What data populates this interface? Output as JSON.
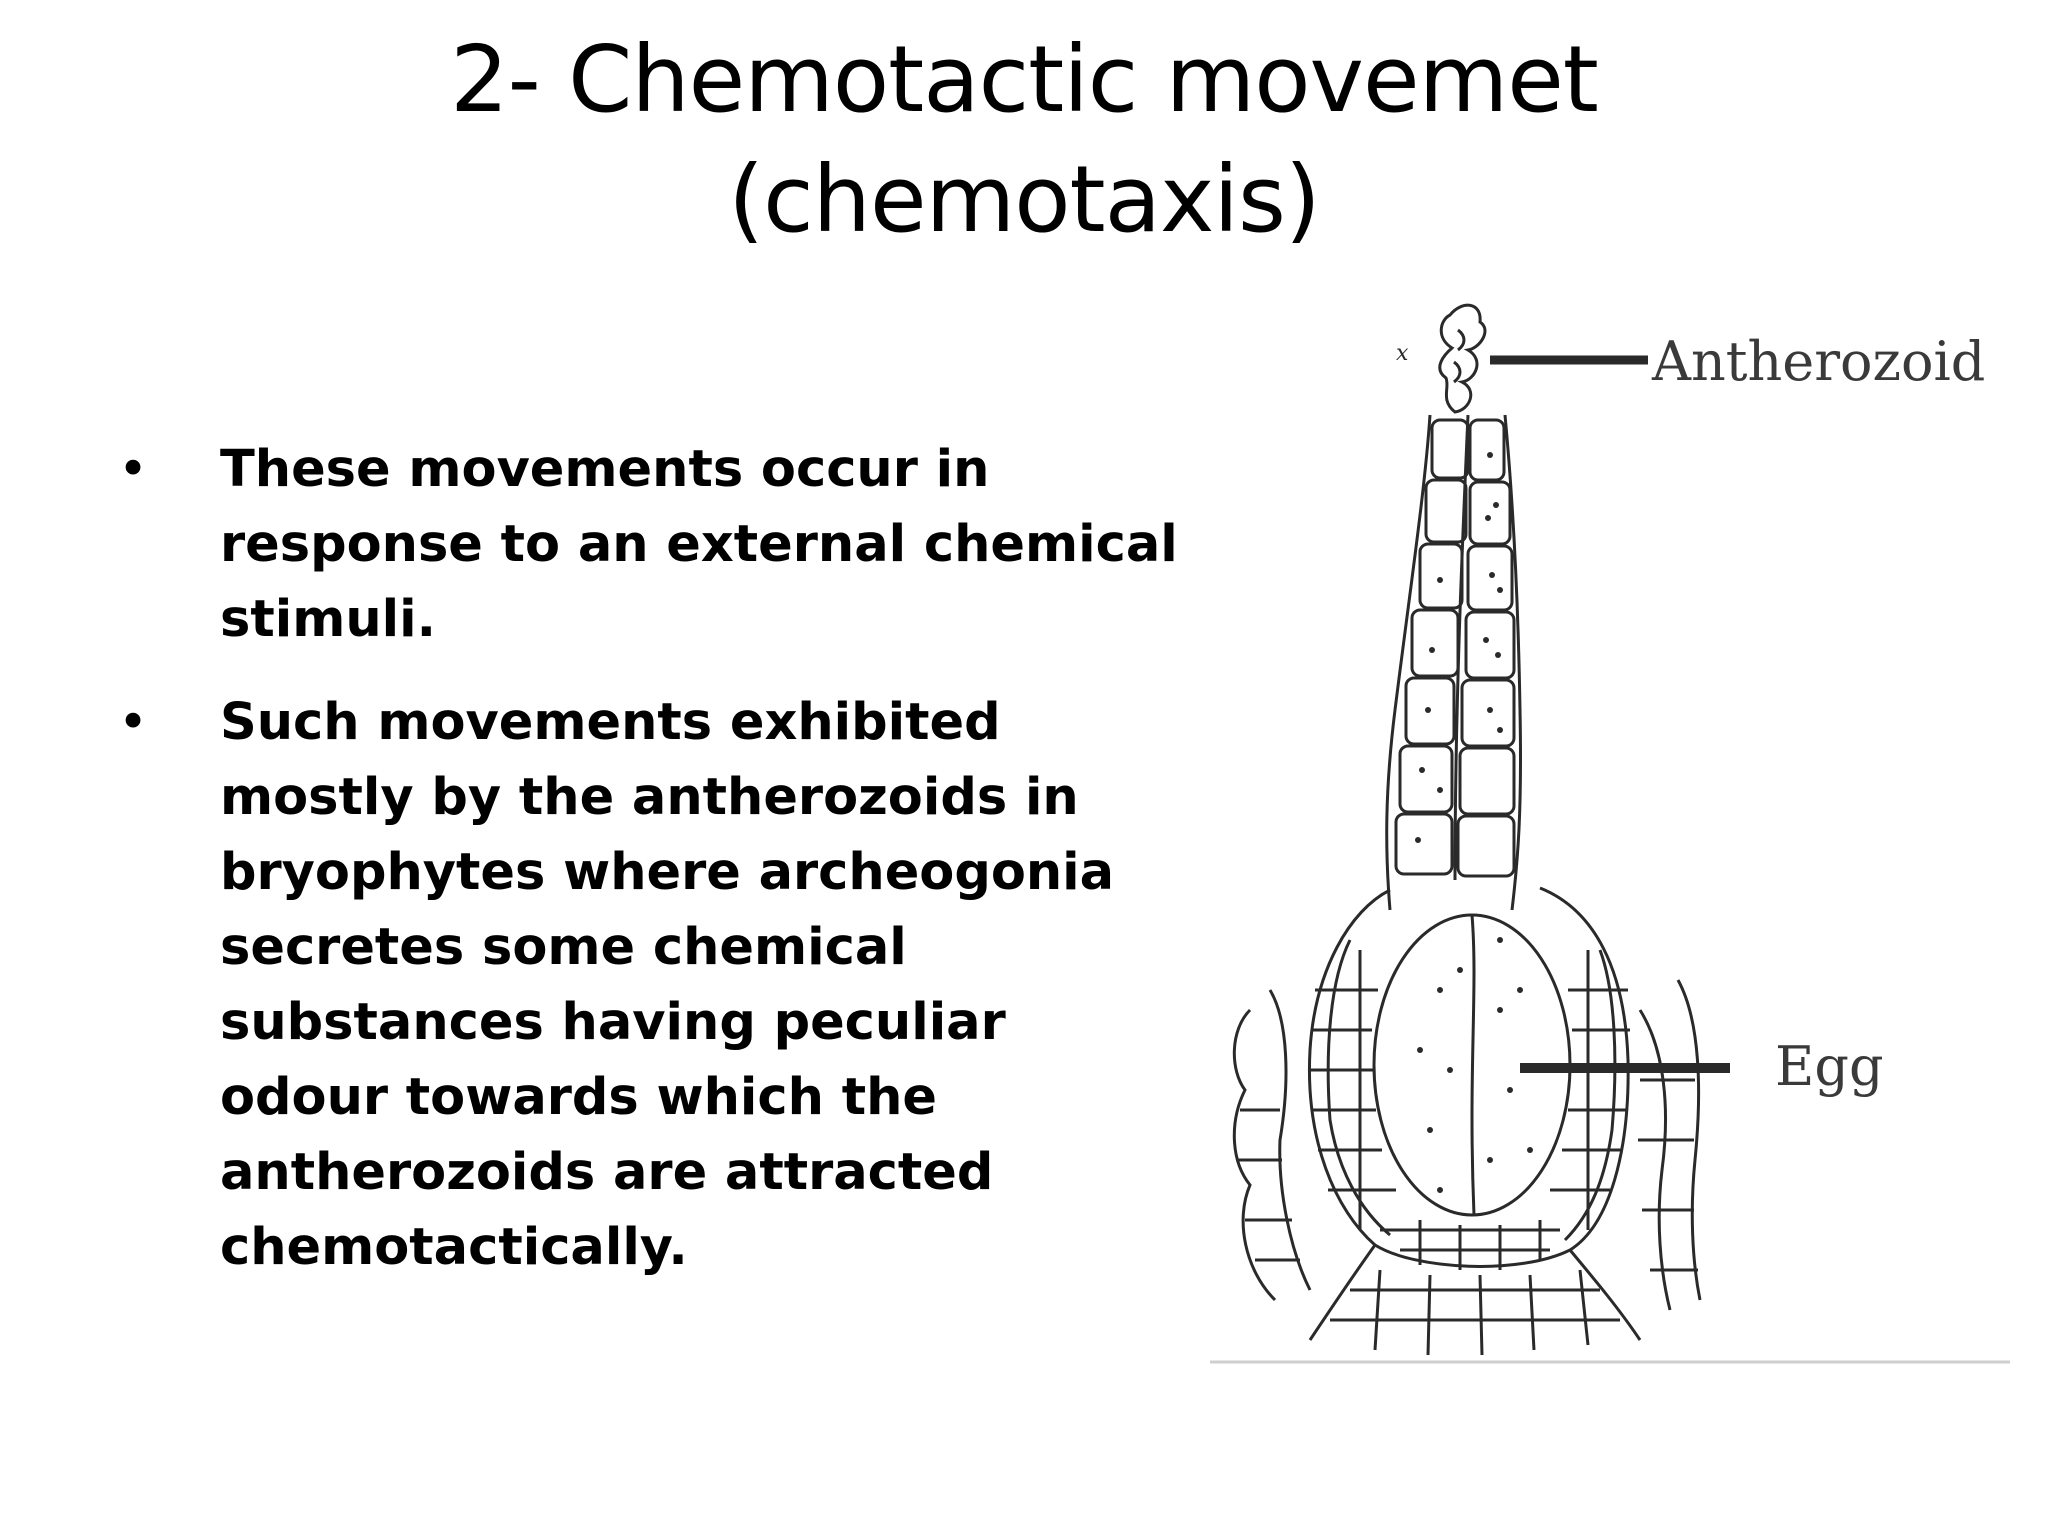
{
  "slide": {
    "title_line1": "2- Chemotactic movemet",
    "title_line2": "(chemotaxis)",
    "bullet_symbol": "•",
    "bullets": [
      "These movements occur in response to an external chemical stimuli.",
      "Such movements exhibited mostly by the antherozoids in bryophytes where archeogonia secretes some chemical substances having peculiar odour towards which the antherozoids are attracted chemotactically."
    ]
  },
  "figure": {
    "label_antherozoid": "Antherozoid",
    "label_egg": "Egg",
    "mark_x": "x"
  }
}
